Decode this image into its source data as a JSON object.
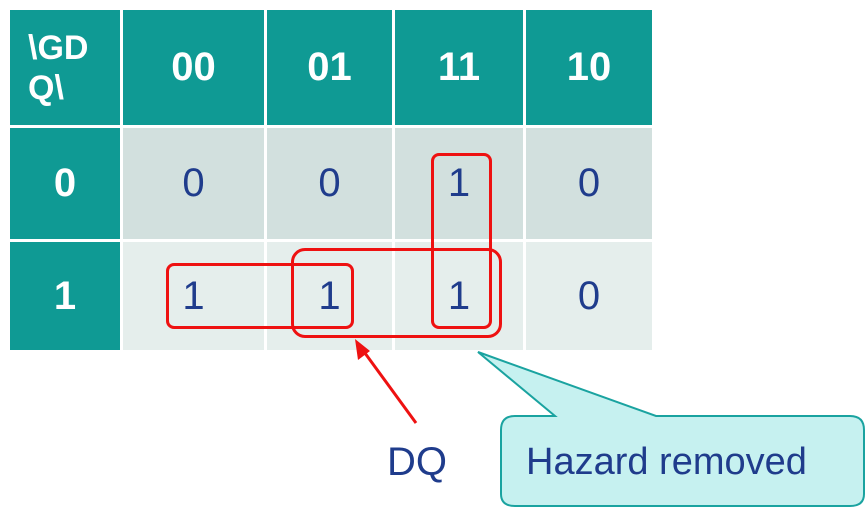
{
  "kmap": {
    "corner_label_line1": "\\GD",
    "corner_label_line2": "Q\\",
    "column_headers": [
      "00",
      "01",
      "11",
      "10"
    ],
    "rows": [
      {
        "header": "0",
        "cells": [
          "0",
          "0",
          "1",
          "0"
        ]
      },
      {
        "header": "1",
        "cells": [
          "1",
          "1",
          "1",
          "0"
        ]
      }
    ]
  },
  "annotations": {
    "arrow_label": "DQ",
    "callout_text": "Hazard removed"
  },
  "colors": {
    "header_teal": "#0f9a94",
    "row0_bg": "#d2e0de",
    "row1_bg": "#e5eeec",
    "value_text": "#1f3c8c",
    "grouping_red": "#ee1111",
    "callout_fill": "#c6f1f0",
    "callout_border": "#1aa3a0"
  }
}
